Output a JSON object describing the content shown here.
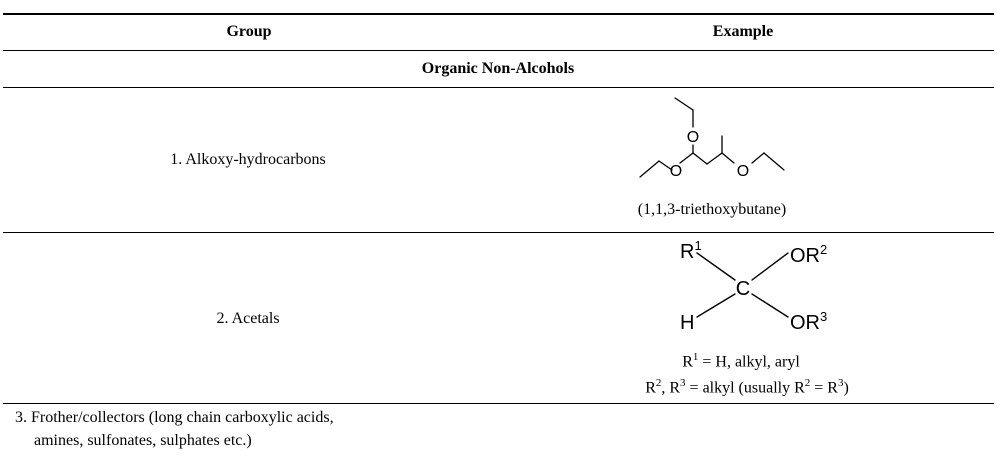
{
  "table": {
    "header": {
      "group": "Group",
      "example": "Example"
    },
    "section_title": "Organic Non-Alcohols",
    "rows": [
      {
        "group": "1. Alkoxy-hydrocarbons",
        "structure_atoms": [
          "O",
          "O",
          "O"
        ],
        "caption": "(1,1,3-triethoxybutane)"
      },
      {
        "group": "2. Acetals",
        "structure_labels": {
          "r": "R",
          "r_sup": "1",
          "or_top": "OR",
          "or_top_sup": "2",
          "c": "C",
          "h": "H",
          "or_bottom": "OR",
          "or_bottom_sup": "3"
        },
        "line1": {
          "r": "R",
          "sup": "1",
          "text": " = H, alkyl, aryl"
        },
        "line2": {
          "r_a": "R",
          "sup_a": "2",
          "mid_a": ", R",
          "sup_b": "3",
          "mid_b": " = alkyl (usually R",
          "sup_c": "2",
          "mid_c": " = R",
          "sup_d": "3",
          "end": ")"
        }
      },
      {
        "group_line1": "3. Frother/collectors (long chain carboxylic acids,",
        "group_line2": "amines, sulfonates, sulphates etc.)"
      }
    ]
  }
}
